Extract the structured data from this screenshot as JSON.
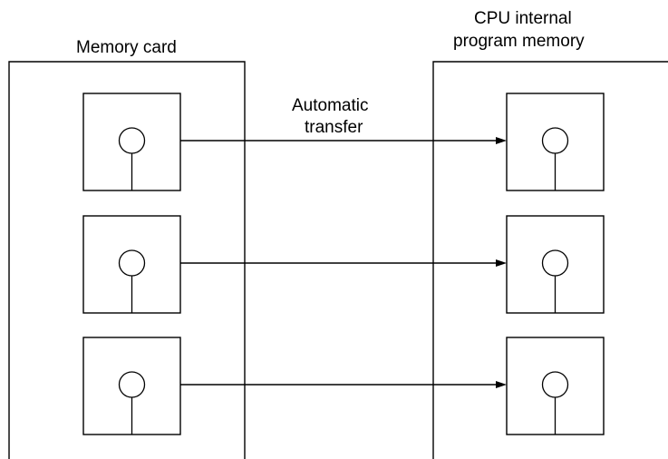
{
  "memory_card": {
    "label": "Memory card"
  },
  "cpu_memory": {
    "label_line1": "CPU internal",
    "label_line2": "program memory"
  },
  "transfer": {
    "label_line1": "Automatic",
    "label_line2": "transfer"
  },
  "program_count": 3,
  "colors": {
    "line": "#000000",
    "background": "#ffffff"
  }
}
